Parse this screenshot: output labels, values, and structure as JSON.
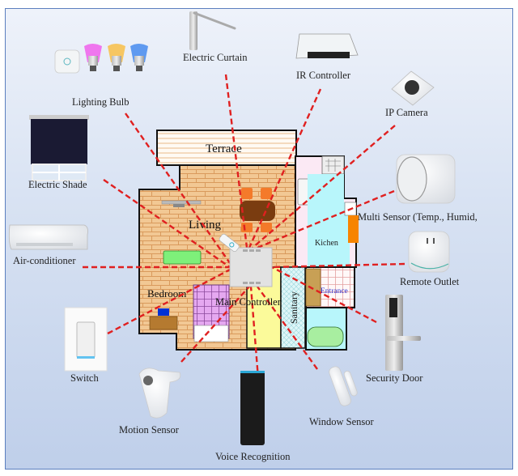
{
  "title": "Smart Home Architecture",
  "colors": {
    "link": "#e02020",
    "frame": "#5b7fbf",
    "brick": "#f2c894",
    "kitchen": "#b8f6fb",
    "terrace_line": "#e8b98a",
    "entrance_text": "#3333cc"
  },
  "hub": {
    "label": "Main Controller"
  },
  "rooms": {
    "terrace": "Terrace",
    "living": "Living",
    "kitchen": "Kichen",
    "bedroom": "Bedroom",
    "sanitary": "Sanitary",
    "entrance": "Entrance"
  },
  "devices": [
    {
      "id": "lighting-bulb",
      "label": "Lighting Bulb"
    },
    {
      "id": "electric-curtain",
      "label": "Electric Curtain"
    },
    {
      "id": "ir-controller",
      "label": "IR Controller"
    },
    {
      "id": "ip-camera",
      "label": "IP Camera"
    },
    {
      "id": "electric-shade",
      "label": "Electric Shade"
    },
    {
      "id": "multi-sensor",
      "label": "Multi Sensor (Temp., Humid,"
    },
    {
      "id": "air-conditioner",
      "label": "Air-conditioner"
    },
    {
      "id": "remote-outlet",
      "label": "Remote Outlet"
    },
    {
      "id": "switch",
      "label": "Switch"
    },
    {
      "id": "security-door",
      "label": "Security Door"
    },
    {
      "id": "motion-sensor",
      "label": "Motion Sensor"
    },
    {
      "id": "window-sensor",
      "label": "Window Sensor"
    },
    {
      "id": "voice-recognition",
      "label": "Voice Recognition"
    }
  ]
}
